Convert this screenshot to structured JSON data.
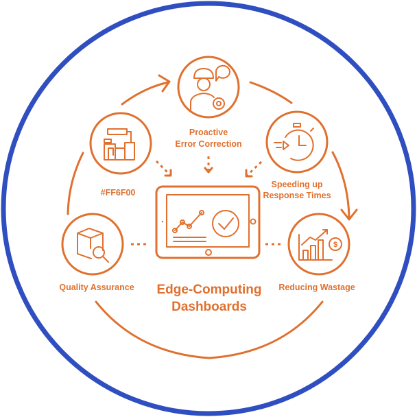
{
  "colors": {
    "accent": "#E0702E",
    "ring": "#2F4FC0"
  },
  "title": {
    "line1": "Edge-Computing",
    "line2": "Dashboards"
  },
  "nodes": [
    {
      "id": "proactive",
      "line1": "Proactive",
      "line2": "Error Correction",
      "icon": "engineer-gear-icon"
    },
    {
      "id": "color",
      "line1": "#FF6F00",
      "icon": "circuit-layout-icon"
    },
    {
      "id": "speed",
      "line1": "Speeding up",
      "line2": "Response Times",
      "icon": "stopwatch-icon"
    },
    {
      "id": "quality",
      "line1": "Quality Assurance",
      "icon": "box-magnifier-icon"
    },
    {
      "id": "wastage",
      "line1": "Reducing Wastage",
      "icon": "chart-dollar-icon"
    }
  ]
}
